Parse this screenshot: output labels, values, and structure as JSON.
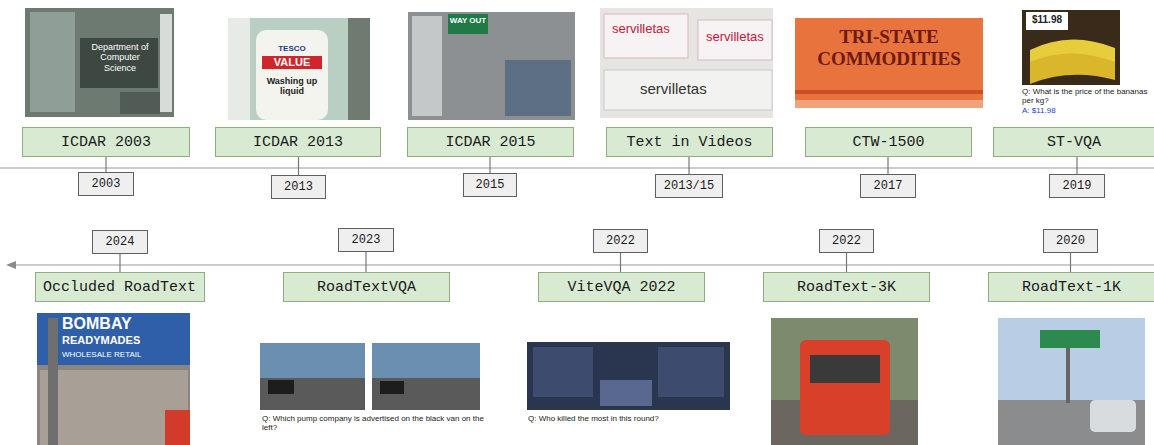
{
  "diagram": {
    "nodes": [
      {
        "text": [
          "ICDAR 2003"
        ]
      },
      {
        "text": [
          "2003"
        ]
      },
      {
        "text": [
          "ICDAR 2013"
        ]
      },
      {
        "text": [
          "2013"
        ]
      },
      {
        "text": [
          "ICDAR 2015"
        ]
      },
      {
        "text": [
          "2015"
        ]
      },
      {
        "text": [
          "Text in Videos"
        ]
      },
      {
        "text": [
          "2013/15"
        ]
      },
      {
        "text": [
          "CTW-1500"
        ]
      },
      {
        "text": [
          "2017"
        ]
      },
      {
        "text": [
          "ST-VQA"
        ]
      },
      {
        "text": [
          "2019"
        ]
      },
      {
        "text": [
          "RoadText-1K"
        ]
      },
      {
        "text": [
          "2020"
        ]
      },
      {
        "text": [
          "RoadText-3K"
        ]
      },
      {
        "text": [
          "2022"
        ]
      },
      {
        "text": [
          "ViteVQA 2022"
        ]
      },
      {
        "text": [
          "2022"
        ]
      },
      {
        "text": [
          "RoadTextVQA"
        ]
      },
      {
        "text": [
          "2023"
        ]
      },
      {
        "text": [
          "Occluded RoadText"
        ]
      },
      {
        "text": [
          "2024"
        ]
      }
    ],
    "edges": [
      {
        "from": 0,
        "to": 1,
        "arrow": "none"
      },
      {
        "from": 2,
        "to": 3,
        "arrow": "none"
      },
      {
        "from": 4,
        "to": 5,
        "arrow": "none"
      },
      {
        "from": 6,
        "to": 7,
        "arrow": "none"
      },
      {
        "from": 8,
        "to": 9,
        "arrow": "none"
      },
      {
        "from": 10,
        "to": 11,
        "arrow": "none"
      },
      {
        "from": 12,
        "to": 13,
        "arrow": "none"
      },
      {
        "from": 14,
        "to": 15,
        "arrow": "none"
      },
      {
        "from": 16,
        "to": 17,
        "arrow": "none"
      },
      {
        "from": 18,
        "to": 19,
        "arrow": "none"
      },
      {
        "from": 20,
        "to": 21,
        "arrow": "none"
      }
    ],
    "labels": [
      "Department of Computer Science",
      "TESCO",
      "VALUE",
      "Washing up liquid",
      "WAY OUT",
      "servilletas",
      "servilletas",
      "servilletas",
      "TRI-STATE COMMODITIES",
      "$11.98",
      "Q: What is the price of the bananas per kg?",
      "A: $11.98",
      "BOMBAY",
      "READYMADES",
      "WHOLESALE RETAIL",
      "Q: Which pump company is advertised on the black van on the left?",
      "Q: Who killed the most in this round?"
    ]
  }
}
